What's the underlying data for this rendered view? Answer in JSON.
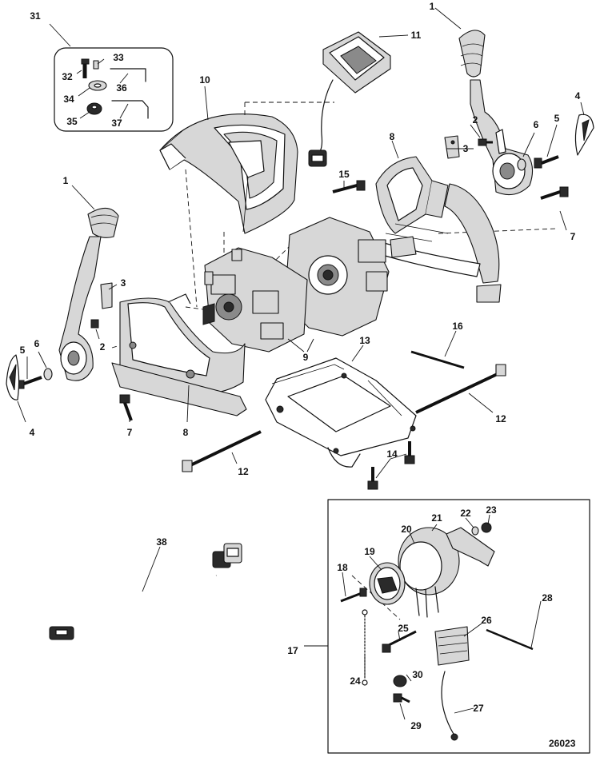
{
  "figure_ref": "26023",
  "callouts": [
    {
      "id": "c1a",
      "text": "1"
    },
    {
      "id": "c1b",
      "text": "1"
    },
    {
      "id": "c2a",
      "text": "2"
    },
    {
      "id": "c2b",
      "text": "2"
    },
    {
      "id": "c3a",
      "text": "3"
    },
    {
      "id": "c3b",
      "text": "3"
    },
    {
      "id": "c4a",
      "text": "4"
    },
    {
      "id": "c4b",
      "text": "4"
    },
    {
      "id": "c5a",
      "text": "5"
    },
    {
      "id": "c5b",
      "text": "5"
    },
    {
      "id": "c6a",
      "text": "6"
    },
    {
      "id": "c6b",
      "text": "6"
    },
    {
      "id": "c7a",
      "text": "7"
    },
    {
      "id": "c7b",
      "text": "7"
    },
    {
      "id": "c8a",
      "text": "8"
    },
    {
      "id": "c8b",
      "text": "8"
    },
    {
      "id": "c9",
      "text": "9"
    },
    {
      "id": "c10",
      "text": "10"
    },
    {
      "id": "c11",
      "text": "11"
    },
    {
      "id": "c12a",
      "text": "12"
    },
    {
      "id": "c12b",
      "text": "12"
    },
    {
      "id": "c13",
      "text": "13"
    },
    {
      "id": "c14",
      "text": "14"
    },
    {
      "id": "c15",
      "text": "15"
    },
    {
      "id": "c16",
      "text": "16"
    },
    {
      "id": "c17",
      "text": "17"
    },
    {
      "id": "c18",
      "text": "18"
    },
    {
      "id": "c19",
      "text": "19"
    },
    {
      "id": "c20",
      "text": "20"
    },
    {
      "id": "c21",
      "text": "21"
    },
    {
      "id": "c22",
      "text": "22"
    },
    {
      "id": "c23",
      "text": "23"
    },
    {
      "id": "c24",
      "text": "24"
    },
    {
      "id": "c25",
      "text": "25"
    },
    {
      "id": "c26",
      "text": "26"
    },
    {
      "id": "c27",
      "text": "27"
    },
    {
      "id": "c28",
      "text": "28"
    },
    {
      "id": "c29",
      "text": "29"
    },
    {
      "id": "c30",
      "text": "30"
    },
    {
      "id": "c31",
      "text": "31"
    },
    {
      "id": "c32",
      "text": "32"
    },
    {
      "id": "c33",
      "text": "33"
    },
    {
      "id": "c34",
      "text": "34"
    },
    {
      "id": "c35",
      "text": "35"
    },
    {
      "id": "c36",
      "text": "36"
    },
    {
      "id": "c37",
      "text": "37"
    },
    {
      "id": "c38",
      "text": "38"
    }
  ]
}
